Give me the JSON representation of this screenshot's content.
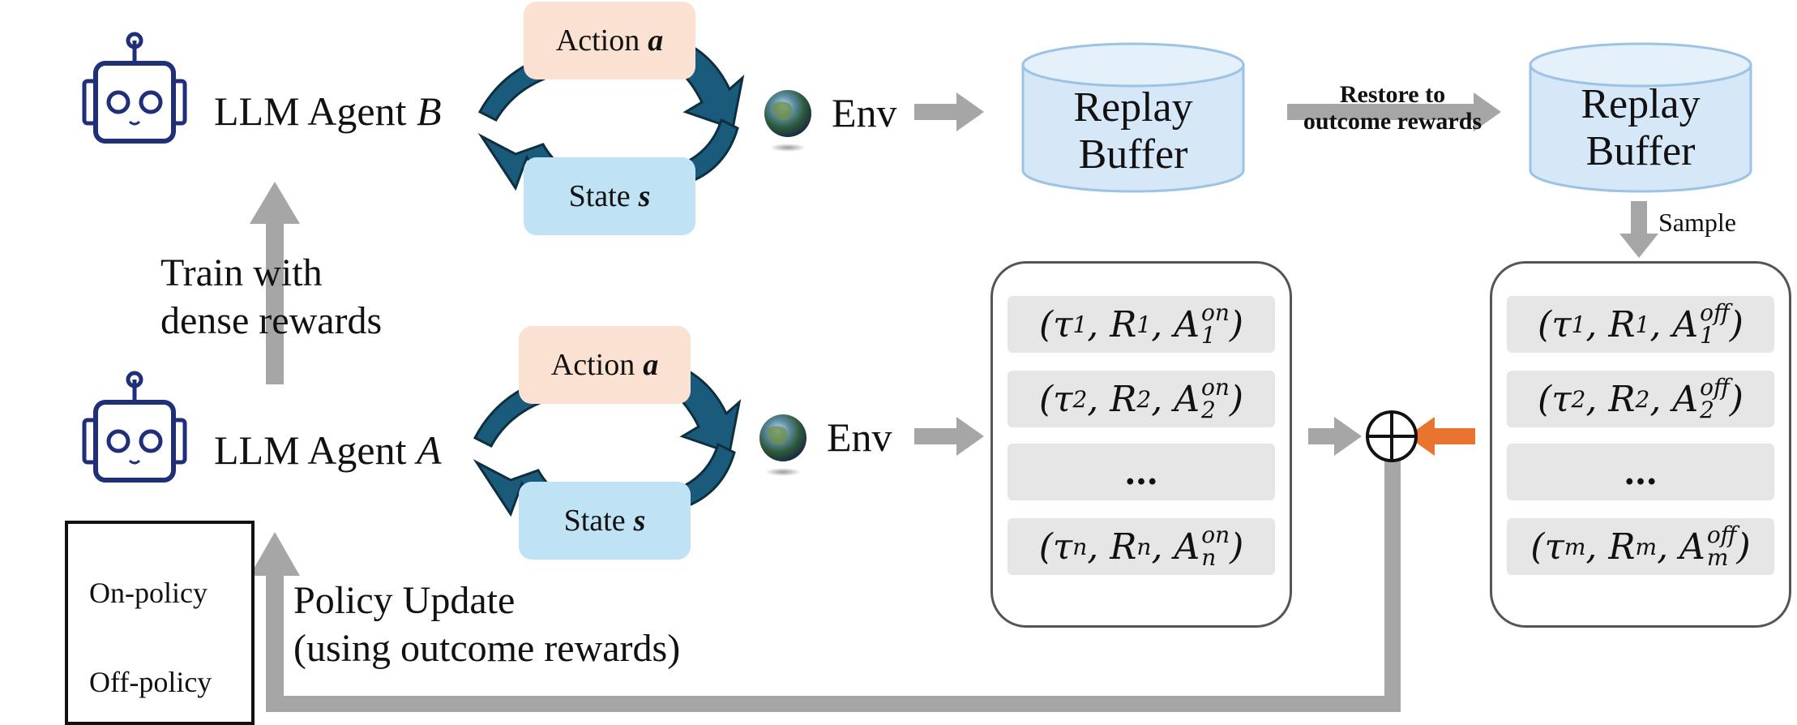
{
  "agents": {
    "top": {
      "name": "LLM Agent ",
      "var": "B"
    },
    "bottom": {
      "name": "LLM Agent ",
      "var": "A"
    }
  },
  "loops": {
    "top": {
      "action": "Action",
      "action_var": "a",
      "state": "State",
      "state_var": "s",
      "env": "Env"
    },
    "bottom": {
      "action": "Action",
      "action_var": "a",
      "state": "State",
      "state_var": "s",
      "env": "Env"
    }
  },
  "replay_buffers": {
    "left": {
      "line1": "Replay",
      "line2": "Buffer"
    },
    "right": {
      "line1": "Replay",
      "line2": "Buffer"
    }
  },
  "restore_label": {
    "line1": "Restore to",
    "line2": "outcome rewards"
  },
  "sample_label": "Sample",
  "train_label": {
    "line1": "Train with",
    "line2": "dense rewards"
  },
  "policy_update": {
    "line1": "Policy Update",
    "line2": "(using outcome rewards)"
  },
  "on_policy_rows": [
    {
      "t": "τ",
      "i": "1",
      "r": "R",
      "a": "A",
      "sup": "on"
    },
    {
      "t": "τ",
      "i": "2",
      "r": "R",
      "a": "A",
      "sup": "on"
    },
    {
      "dots": "…"
    },
    {
      "t": "τ",
      "i": "n",
      "r": "R",
      "a": "A",
      "sup": "on"
    }
  ],
  "off_policy_rows": [
    {
      "t": "τ",
      "i": "1",
      "r": "R",
      "a": "A",
      "sup": "off"
    },
    {
      "t": "τ",
      "i": "2",
      "r": "R",
      "a": "A",
      "sup": "off"
    },
    {
      "dots": "…"
    },
    {
      "t": "τ",
      "i": "m",
      "r": "R",
      "a": "A",
      "sup": "off"
    }
  ],
  "combine_symbol": "⊕",
  "legend": {
    "on_policy": "On-policy",
    "off_policy": "Off-policy"
  },
  "colors": {
    "on_arrow": "#a6a6a6",
    "off_arrow": "#e8742f",
    "cycle_arrow": "#1a5a7a",
    "robot": "#1f2f7a",
    "action_bg": "#fbe1d2",
    "state_bg": "#bfe3f5",
    "buffer_fill": "#d6e8f7",
    "buffer_stroke": "#9cc3e6",
    "row_bg": "#e6e6e6"
  },
  "icons": [
    "robot-icon",
    "globe-icon",
    "database-icon",
    "circled-plus-icon",
    "cycle-arrow-icon"
  ]
}
